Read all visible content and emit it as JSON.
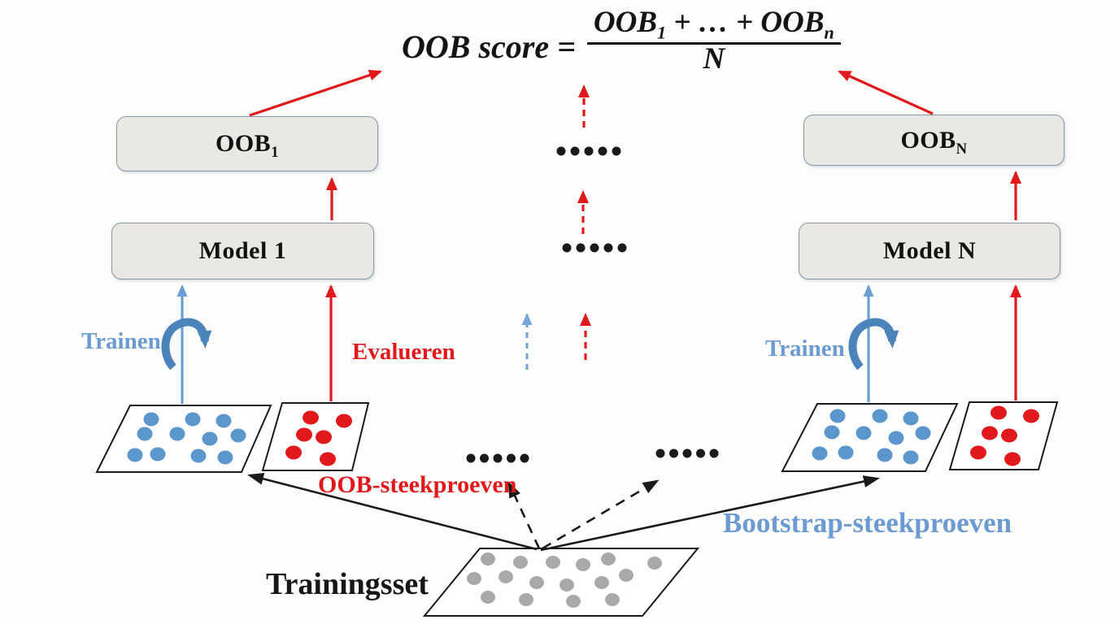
{
  "diagram_title": "OOB score / bootstrap sampling diagram",
  "formula": {
    "lhs": "OOB score",
    "equals": "=",
    "numerator_term1_base": "OOB",
    "numerator_term1_sub": "1",
    "numerator_middle": "+ … +",
    "numerator_term2_base": "OOB",
    "numerator_term2_sub": "n",
    "denominator": "N"
  },
  "boxes": {
    "oob_1": {
      "base": "OOB",
      "sub": "1"
    },
    "model_1": "Model 1",
    "oob_n": {
      "base": "OOB",
      "sub": "N"
    },
    "model_n": "Model N"
  },
  "labels": {
    "trainen_left": "Trainen",
    "trainen_right": "Trainen",
    "evalueren": "Evalueren",
    "oob_samples": "OOB-steekproeven",
    "bootstrap_samples": "Bootstrap-steekproeven",
    "training_set": "Trainingsset"
  },
  "sample_sets": {
    "bootstrap_left": {
      "dots": 11,
      "dot_color": "blue"
    },
    "oob_left": {
      "dots": 6,
      "dot_color": "red"
    },
    "bootstrap_right": {
      "dots": 11,
      "dot_color": "blue"
    },
    "oob_right": {
      "dots": 6,
      "dot_color": "red"
    },
    "training": {
      "dots": 16,
      "dot_color": "gray"
    }
  },
  "colors": {
    "red": "#e2191c",
    "blue": "#6b9fd3",
    "blue_text": "#6b9bd2",
    "loop_blue": "#4b84ba",
    "blue_dashed": "#7aa7d8",
    "black": "#1a1a1a",
    "dot_blue": "#5b96cd",
    "dot_blue_edge": "#4a7fb5",
    "gray_dot": "#a9a9a9",
    "gray_dot_edge": "#808080",
    "box_fill": "#e9e8e5",
    "box_border": "#8198ae"
  }
}
